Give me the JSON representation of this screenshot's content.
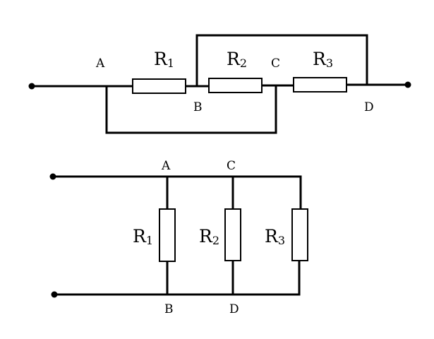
{
  "top_circuit": {
    "nodes": {
      "a": "A",
      "b": "B",
      "c": "C",
      "d": "D"
    },
    "resistors": [
      {
        "letter": "R",
        "index": "1"
      },
      {
        "letter": "R",
        "index": "2"
      },
      {
        "letter": "R",
        "index": "3"
      }
    ]
  },
  "bottom_circuit": {
    "nodes": {
      "a": "A",
      "b": "B",
      "c": "C",
      "d": "D"
    },
    "resistors": [
      {
        "letter": "R",
        "index": "1"
      },
      {
        "letter": "R",
        "index": "2"
      },
      {
        "letter": "R",
        "index": "3"
      }
    ]
  }
}
